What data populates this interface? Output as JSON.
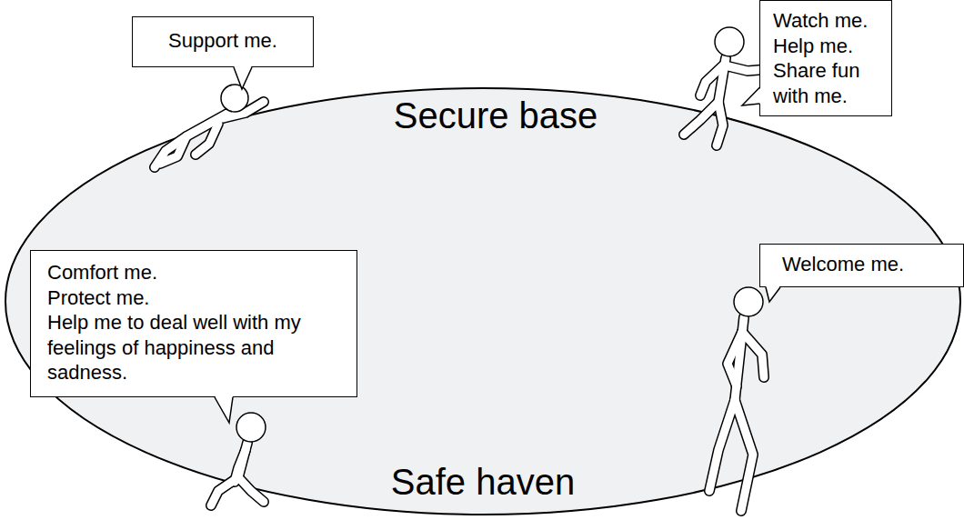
{
  "diagram": {
    "nodes": [
      {
        "text": [
          "Support me."
        ]
      },
      {
        "text": [
          "Watch me.",
          "Help me.",
          "Share fun with me."
        ]
      },
      {
        "text": [
          "Secure base",
          "Safe haven"
        ]
      },
      {
        "text": [
          "Comfort me.",
          "Protect me.",
          "Help me to deal well with my feelings of happiness and sadness."
        ]
      },
      {
        "text": [
          "Welcome me."
        ]
      }
    ]
  }
}
